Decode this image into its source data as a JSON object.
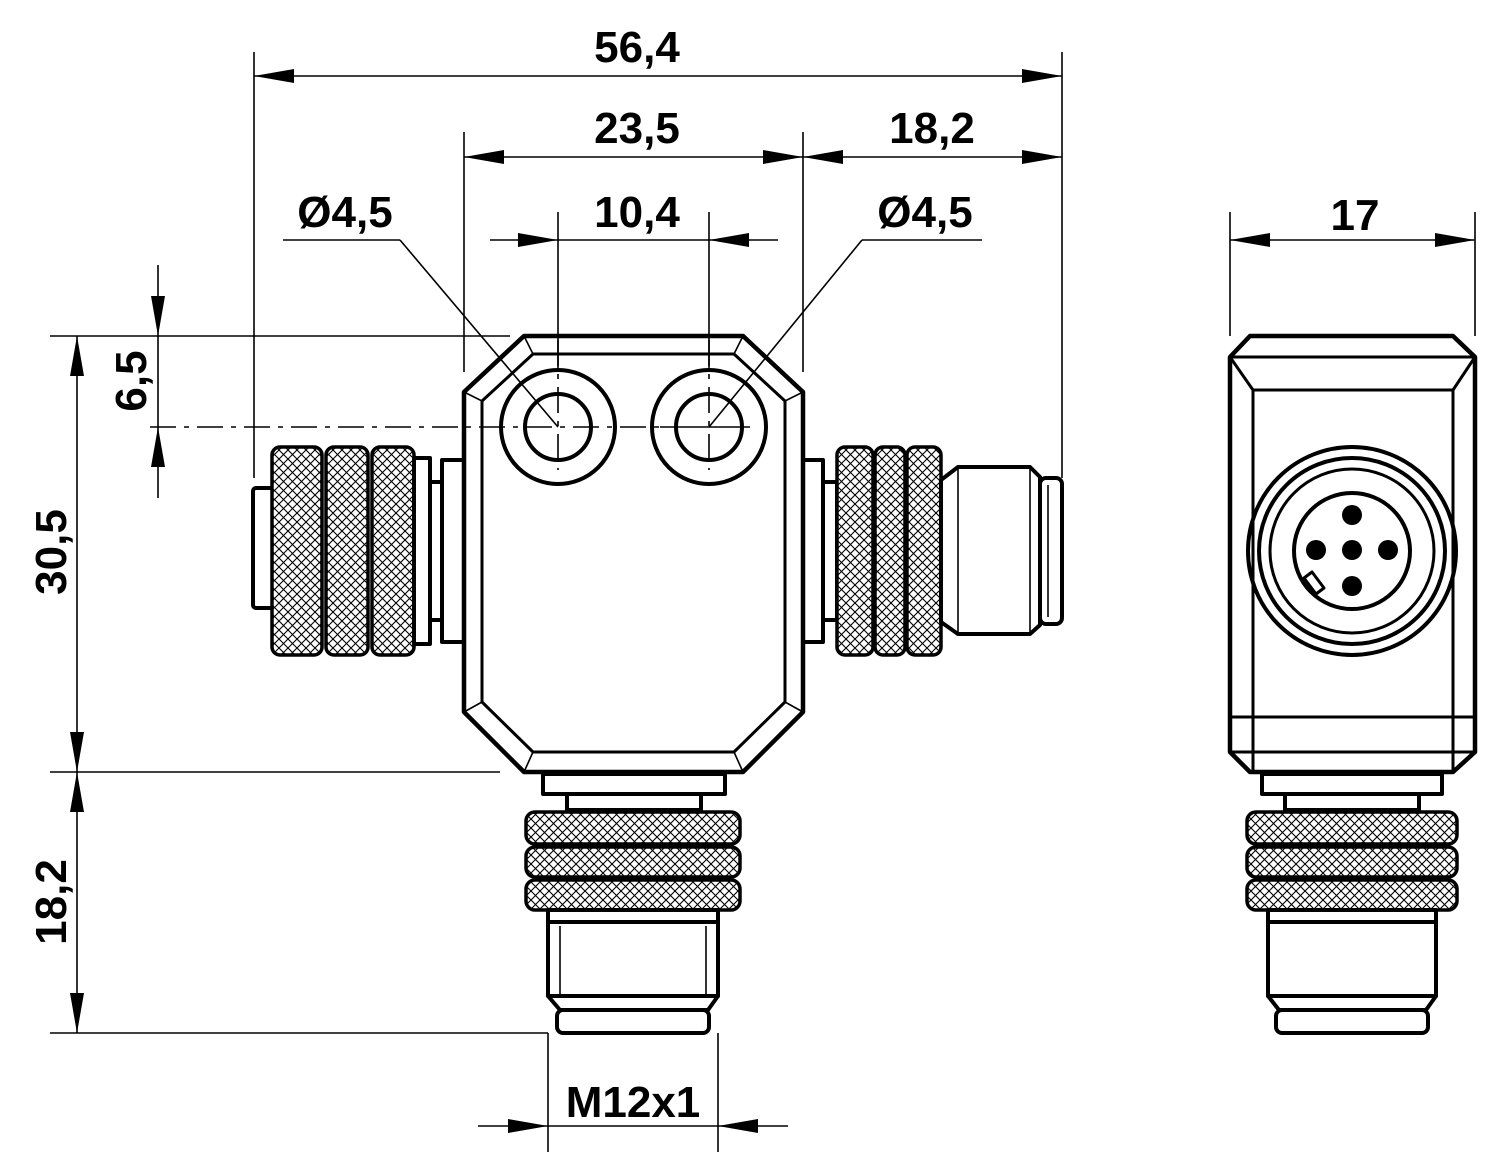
{
  "drawing": {
    "stroke_color": "#000000",
    "background": "#ffffff"
  },
  "dimensions": {
    "overall_width": "56,4",
    "body_width": "23,5",
    "right_connector_length": "18,2",
    "hole_spacing": "10,4",
    "hole_diameter_left": "Ø4,5",
    "hole_diameter_right": "Ø4,5",
    "hole_offset": "6,5",
    "body_height": "30,5",
    "bottom_connector_length": "18,2",
    "thread": "M12x1",
    "side_width": "17"
  }
}
